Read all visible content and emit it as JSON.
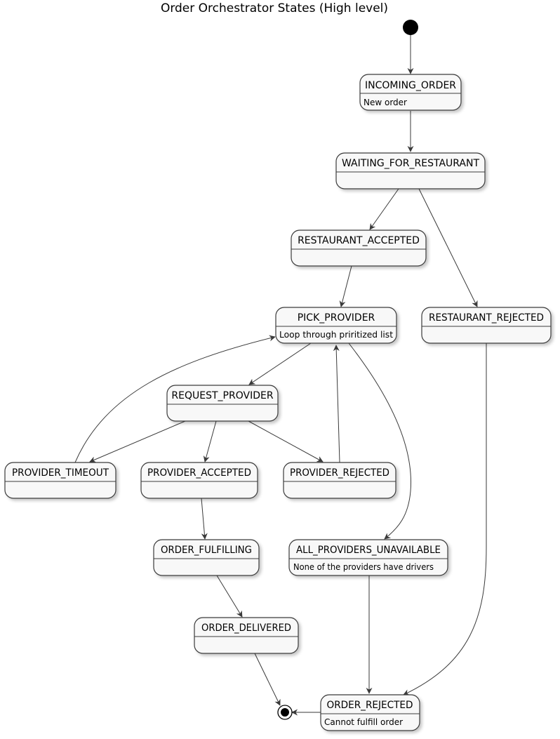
{
  "title": "Order Orchestrator States (High level)",
  "colors": {
    "state_fill": "#f8f8f8",
    "state_border": "#3a3a3a",
    "arrow": "#3a3a3a",
    "start_marker": "#000000"
  },
  "states": {
    "incoming_order": {
      "name": "INCOMING_ORDER",
      "description": "New order"
    },
    "waiting_for_restaurant": {
      "name": "WAITING_FOR_RESTAURANT",
      "description": ""
    },
    "restaurant_accepted": {
      "name": "RESTAURANT_ACCEPTED",
      "description": ""
    },
    "pick_provider": {
      "name": "PICK_PROVIDER",
      "description": "Loop through priritized list"
    },
    "restaurant_rejected": {
      "name": "RESTAURANT_REJECTED",
      "description": ""
    },
    "request_provider": {
      "name": "REQUEST_PROVIDER",
      "description": ""
    },
    "provider_timeout": {
      "name": "PROVIDER_TIMEOUT",
      "description": ""
    },
    "provider_accepted": {
      "name": "PROVIDER_ACCEPTED",
      "description": ""
    },
    "provider_rejected": {
      "name": "PROVIDER_REJECTED",
      "description": ""
    },
    "order_fulfilling": {
      "name": "ORDER_FULFILLING",
      "description": ""
    },
    "all_providers_unavailable": {
      "name": "ALL_PROVIDERS_UNAVAILABLE",
      "description": "None of the providers have drivers"
    },
    "order_delivered": {
      "name": "ORDER_DELIVERED",
      "description": ""
    },
    "order_rejected": {
      "name": "ORDER_REJECTED",
      "description": "Cannot fulfill order"
    }
  },
  "transitions": [
    {
      "from": "start",
      "to": "incoming_order"
    },
    {
      "from": "incoming_order",
      "to": "waiting_for_restaurant"
    },
    {
      "from": "waiting_for_restaurant",
      "to": "restaurant_accepted"
    },
    {
      "from": "waiting_for_restaurant",
      "to": "restaurant_rejected"
    },
    {
      "from": "restaurant_accepted",
      "to": "pick_provider"
    },
    {
      "from": "pick_provider",
      "to": "request_provider"
    },
    {
      "from": "pick_provider",
      "to": "all_providers_unavailable"
    },
    {
      "from": "request_provider",
      "to": "provider_timeout"
    },
    {
      "from": "request_provider",
      "to": "provider_accepted"
    },
    {
      "from": "request_provider",
      "to": "provider_rejected"
    },
    {
      "from": "provider_timeout",
      "to": "pick_provider"
    },
    {
      "from": "provider_rejected",
      "to": "pick_provider"
    },
    {
      "from": "provider_accepted",
      "to": "order_fulfilling"
    },
    {
      "from": "order_fulfilling",
      "to": "order_delivered"
    },
    {
      "from": "order_delivered",
      "to": "end"
    },
    {
      "from": "all_providers_unavailable",
      "to": "order_rejected"
    },
    {
      "from": "restaurant_rejected",
      "to": "order_rejected"
    },
    {
      "from": "order_rejected",
      "to": "end"
    }
  ]
}
